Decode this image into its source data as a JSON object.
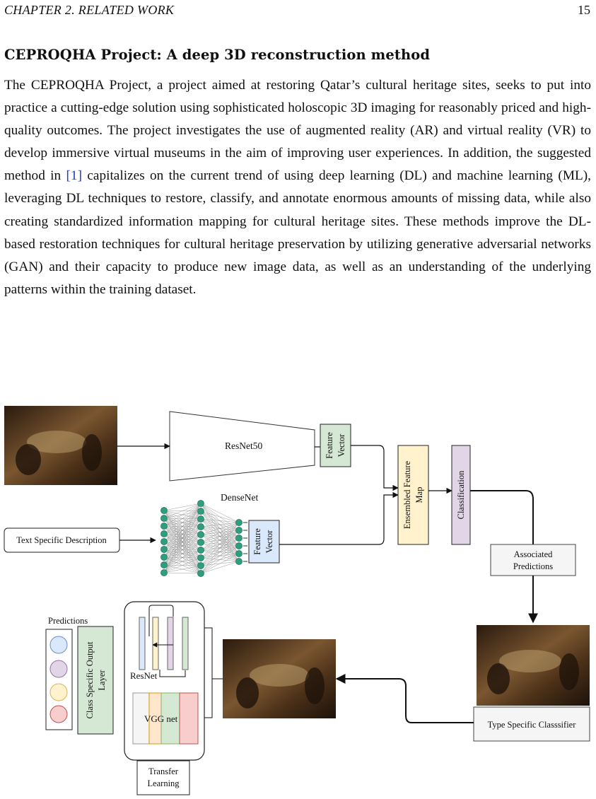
{
  "header": {
    "chapter": "CHAPTER 2.  RELATED WORK",
    "page": "15"
  },
  "section": {
    "title": "CEPROQHA Project: A deep 3D reconstruction method"
  },
  "paragraph": {
    "part1": "The CEPROQHA Project, a project aimed at restoring Qatar’s cultural heritage sites, seeks to put into practice a cutting-edge solution using sophisticated holoscopic 3D imaging for reasonably priced and high-quality outcomes. The project investigates the use of augmented reality (AR) and virtual reality (VR) to develop immersive virtual museums in the aim of improving user experiences. In addition, the suggested method in ",
    "ref": "[1]",
    "part2": " capitalizes on the current trend of using deep learning (DL) and machine learning (ML), leveraging DL techniques to restore, classify, and annotate enormous amounts of missing data, while also creating standardized information mapping for cultural heritage sites. These methods improve the DL-based restoration techniques for cultural heritage preservation by utilizing generative adversarial networks (GAN) and their capacity to produce new image data, as well as an understanding of the underlying patterns within the training dataset."
  },
  "figure": {
    "resnet50": "ResNet50",
    "feature_vector_1": [
      "Feature",
      "Vector"
    ],
    "densenet": "DenseNet",
    "text_desc": "Text Specific Description",
    "feature_vector_2": [
      "Feature",
      "Vector"
    ],
    "ensembled": [
      "Ensembled Feature",
      "Map"
    ],
    "classification": "Classification",
    "associated": [
      "Associated",
      "Predictions"
    ],
    "type_specific": "Type Specific Classsifier",
    "resnet_small": "ResNet",
    "vgg": "VGG net",
    "transfer": [
      "Transfer",
      "Learning"
    ],
    "output_layer": [
      "Class Specific Output",
      "Layer"
    ],
    "predictions": "Predictions",
    "colors": {
      "green": "#d5e8d4",
      "blue": "#dae8fc",
      "yellow": "#fff2cc",
      "purple": "#e1d5e7",
      "red": "#f8cecc",
      "node": "#2f9e7e"
    }
  }
}
